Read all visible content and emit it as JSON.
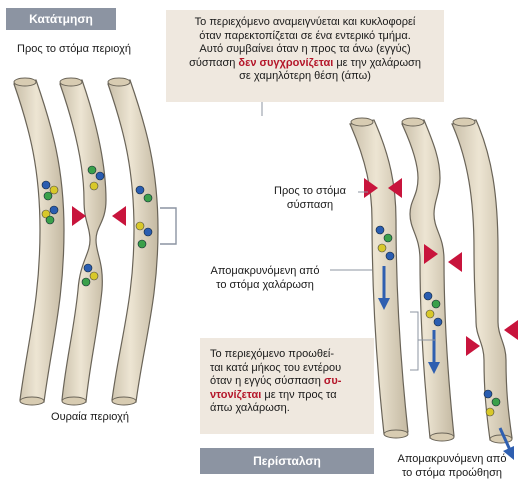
{
  "segmentation": {
    "header": "Κατάτμηση",
    "oral_label": "Προς το στόμα περιοχή",
    "aboral_label": "Ουραία περιοχή",
    "note": {
      "line1": "Το περιεχόμενο αναμειγνύεται και κυκλοφορεί",
      "line2": "όταν παρεκτοπίζεται σε ένα εντερικό τμήμα.",
      "line3": "Αυτό συμβαίνει όταν η προς τα άνω (εγγύς)",
      "line4_pre": "σύσπαση ",
      "line4_red": "δεν συγχρονίζεται",
      "line4_post": " με την χαλάρωση",
      "line5": "σε χαμηλότερη θέση (άπω)"
    }
  },
  "peristalsis": {
    "header": "Περίσταλση",
    "oral_contraction": {
      "line1": "Προς το στόμα",
      "line2": "σύσπαση"
    },
    "aboral_relaxation": {
      "line1": "Απομακρυνόμενη από",
      "line2": "το στόμα χαλάρωση"
    },
    "aboral_propulsion": {
      "line1": "Απομακρυνόμενη από",
      "line2": "το στόμα προώθηση"
    },
    "note": {
      "line1": "Το περιεχόμενο προωθεί-",
      "line2": "ται κατά μήκος του εντέρου",
      "line3_pre": "όταν η εγγύς σύσπαση ",
      "line3_red": "συ-",
      "line4_red": "ντονίζεται",
      "line4_post": " με την προς τα",
      "line5": "άπω χαλάρωση."
    }
  },
  "colors": {
    "tube_fill": "#e6dcc8",
    "tube_stroke": "#6a6458",
    "arrow_red": "#c8143c",
    "arrow_blue": "#2f5fb0",
    "header_bg": "#8c94a2",
    "note_bg": "#efe8df"
  },
  "icons": [
    "contraction-arrow-icon",
    "flow-arrow-icon",
    "chyme-particle-icon"
  ]
}
